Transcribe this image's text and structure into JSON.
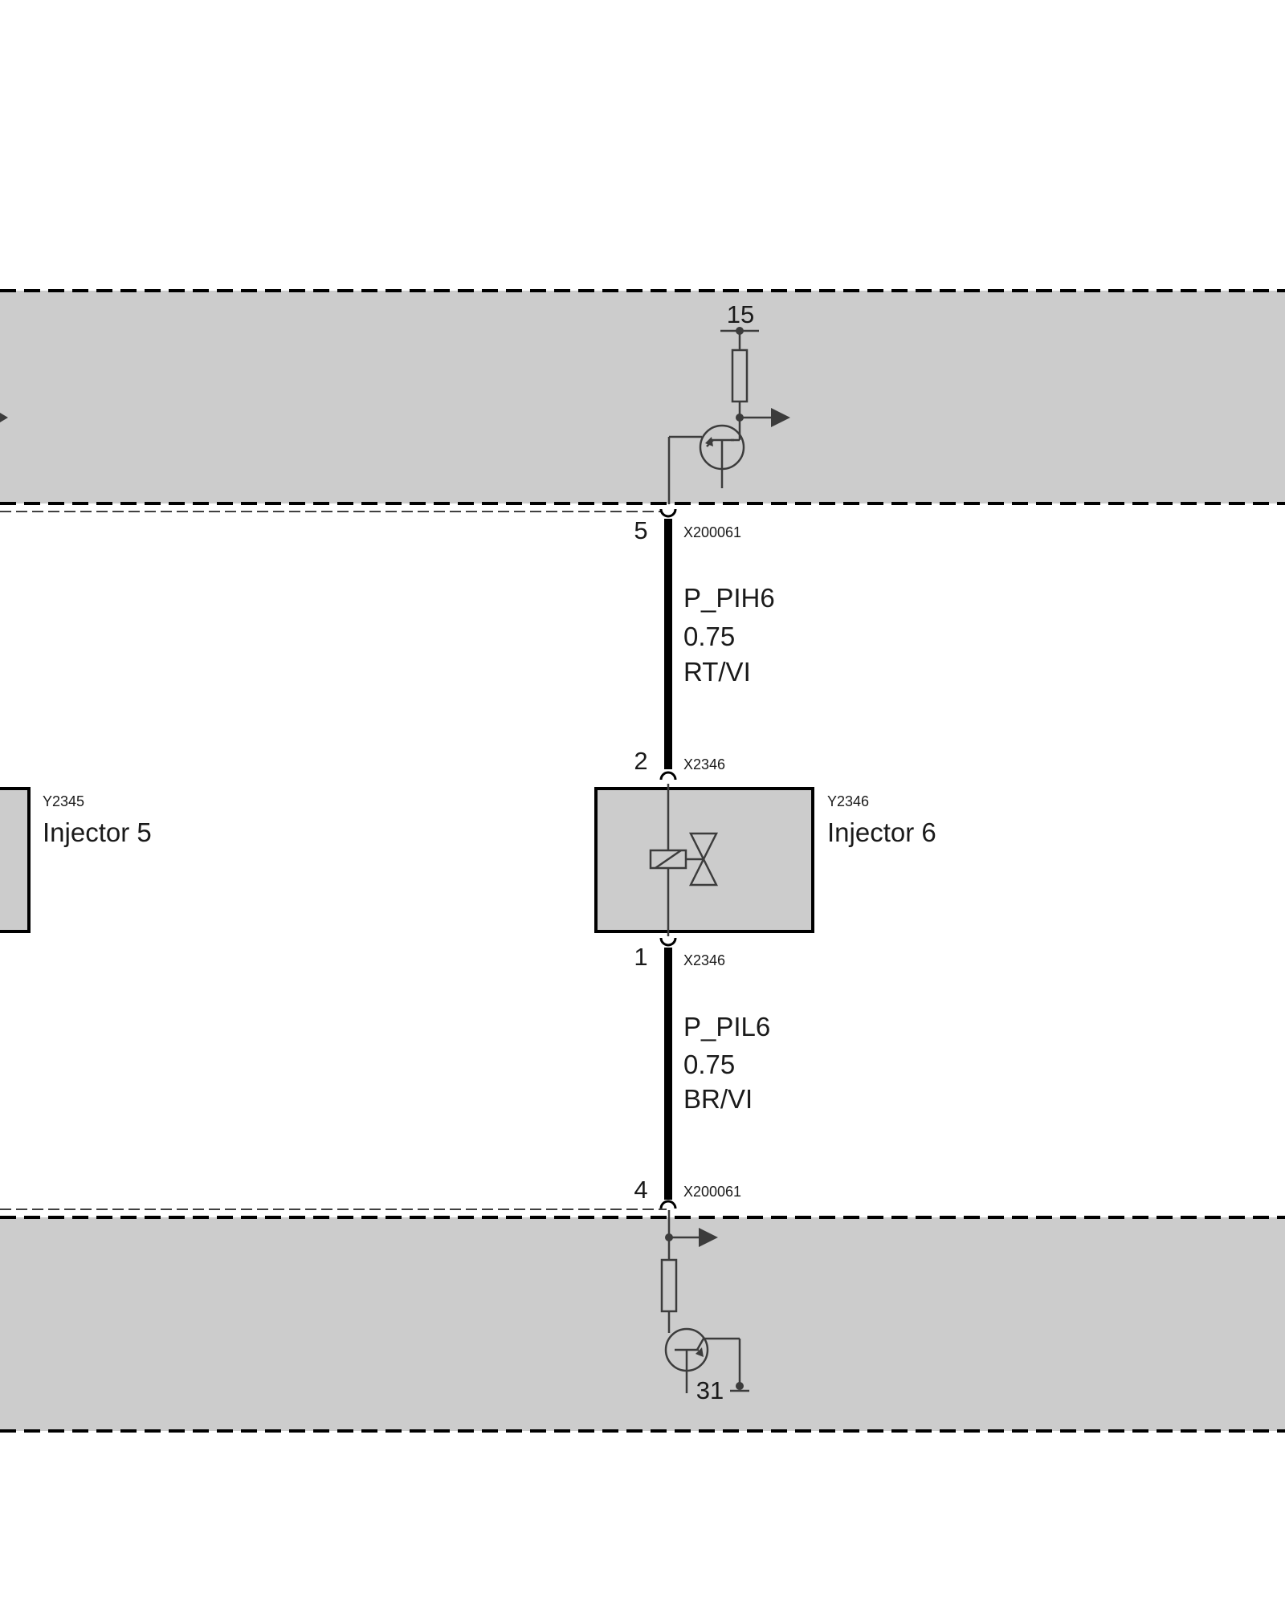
{
  "ecu_top": {
    "supply_terminal": "15",
    "pin": "5",
    "connector": "X200061"
  },
  "wire_high": {
    "signal": "P_PIH6",
    "cross_section": "0.75",
    "color": "RT/VI"
  },
  "injector6": {
    "pin_top": "2",
    "connector_top": "X2346",
    "code": "Y2346",
    "name": "Injector 6",
    "pin_bottom": "1",
    "connector_bottom": "X2346"
  },
  "injector5": {
    "code": "Y2345",
    "name": "Injector 5"
  },
  "wire_low": {
    "signal": "P_PIL6",
    "cross_section": "0.75",
    "color": "BR/VI"
  },
  "ecu_bottom": {
    "pin": "4",
    "connector": "X200061",
    "ground_terminal": "31"
  },
  "colors": {
    "module_fill": "#cccccc",
    "line": "#000000",
    "symbol": "#3c3c3c"
  }
}
